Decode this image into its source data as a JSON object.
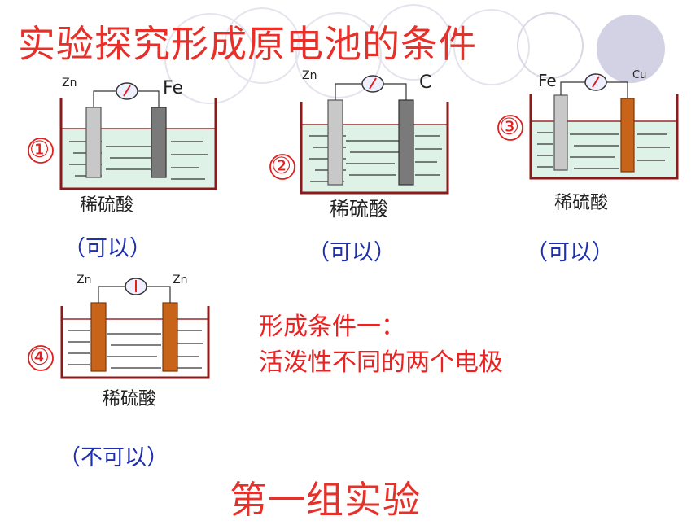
{
  "title": "实验探究形成原电池的条件",
  "subtitle": "第一组实验",
  "condition": {
    "heading": "形成条件一：",
    "text": "活泼性不同的两个电极"
  },
  "experiments": [
    {
      "number": "①",
      "left_electrode": "Zn",
      "right_electrode": "Fe",
      "solution": "稀硫酸",
      "result": "（可以）"
    },
    {
      "number": "②",
      "left_electrode": "Zn",
      "right_electrode": "C",
      "solution": "稀硫酸",
      "result": "（可以）"
    },
    {
      "number": "③",
      "left_electrode": "Fe",
      "right_electrode": "Cu",
      "solution": "稀硫酸",
      "result": "（可以）"
    },
    {
      "number": "④",
      "left_electrode": "Zn",
      "right_electrode": "Zn",
      "solution": "稀硫酸",
      "result": "（不可以）"
    }
  ],
  "colors": {
    "title": "#e8302a",
    "result": "#1e2fb0",
    "condition": "#ee2020",
    "beaker": "#8b1a1a",
    "solution": "#dff2e8",
    "gray_electrode": "#c8c8c8",
    "dark_electrode": "#7a7a7a",
    "copper_electrode": "#c8641a"
  }
}
